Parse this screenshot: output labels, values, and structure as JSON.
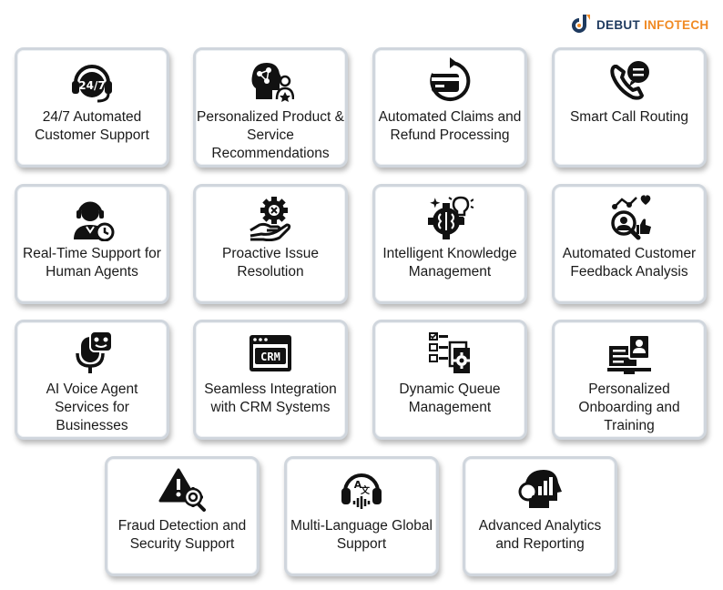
{
  "brand": {
    "word1": "DEBUT",
    "word2": "INFOTECH",
    "color_primary": "#1e3a5f",
    "color_accent": "#f08a24"
  },
  "cards": [
    {
      "label": "24/7 Automated Customer Support",
      "icon": "headset-24-7-icon"
    },
    {
      "label": "Personalized Product & Service Recommendations",
      "icon": "ai-head-user-star-icon"
    },
    {
      "label": "Automated Claims and Refund Processing",
      "icon": "card-refund-icon"
    },
    {
      "label": "Smart Call Routing",
      "icon": "phone-chat-icon"
    },
    {
      "label": "Real-Time Support for Human Agents",
      "icon": "agent-clock-icon"
    },
    {
      "label": "Proactive Issue Resolution",
      "icon": "hand-gear-icon"
    },
    {
      "label": "Intelligent Knowledge Management",
      "icon": "brain-gear-bulb-icon"
    },
    {
      "label": "Automated Customer Feedback Analysis",
      "icon": "feedback-analysis-icon"
    },
    {
      "label": "AI Voice Agent Services for Businesses",
      "icon": "voice-agent-mic-icon"
    },
    {
      "label": "Seamless Integration with CRM Systems",
      "icon": "crm-window-icon"
    },
    {
      "label": "Dynamic Queue Management",
      "icon": "queue-list-gear-icon"
    },
    {
      "label": "Personalized Onboarding and Training",
      "icon": "onboarding-board-icon"
    },
    {
      "label": "Fraud Detection and Security Support",
      "icon": "warning-gear-search-icon"
    },
    {
      "label": "Multi-Language Global Support",
      "icon": "headset-translate-icon"
    },
    {
      "label": "Advanced Analytics and Reporting",
      "icon": "head-analytics-icon"
    }
  ]
}
